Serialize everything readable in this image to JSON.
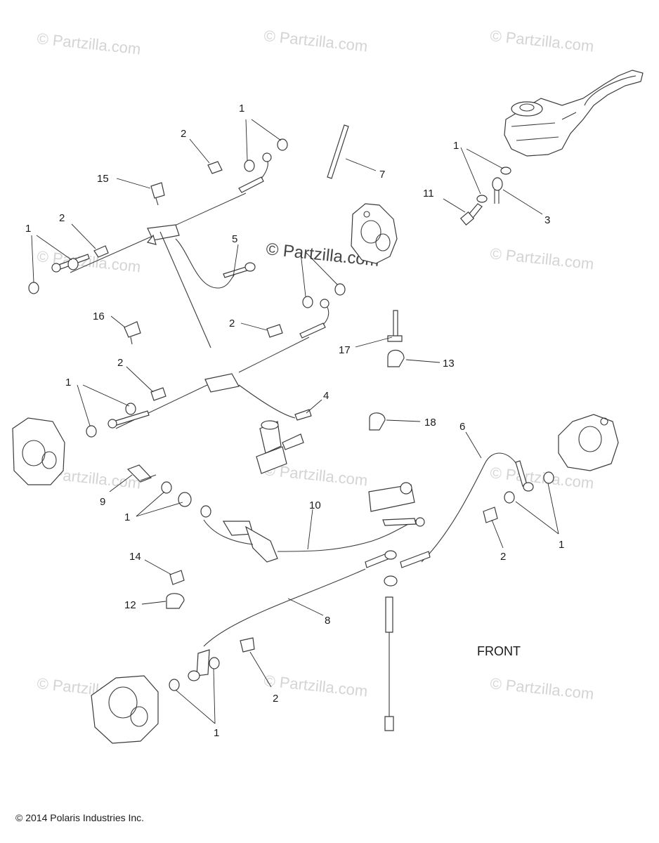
{
  "watermark": {
    "text": "© Partzilla.com",
    "overlay_text": "© Partzilla.com"
  },
  "front_label": "FRONT",
  "copyright": "© 2014 Polaris Industries Inc.",
  "callouts": [
    {
      "id": "c1a",
      "label": "1"
    },
    {
      "id": "c2a",
      "label": "2"
    },
    {
      "id": "c15",
      "label": "15"
    },
    {
      "id": "c7",
      "label": "7"
    },
    {
      "id": "c1b",
      "label": "1"
    },
    {
      "id": "c11",
      "label": "11"
    },
    {
      "id": "c3",
      "label": "3"
    },
    {
      "id": "c1c",
      "label": "1"
    },
    {
      "id": "c2b",
      "label": "2"
    },
    {
      "id": "c5",
      "label": "5"
    },
    {
      "id": "c16",
      "label": "16"
    },
    {
      "id": "c2c",
      "label": "2"
    },
    {
      "id": "c17",
      "label": "17"
    },
    {
      "id": "c13",
      "label": "13"
    },
    {
      "id": "c2d",
      "label": "2"
    },
    {
      "id": "c1d",
      "label": "1"
    },
    {
      "id": "c4",
      "label": "4"
    },
    {
      "id": "c18",
      "label": "18"
    },
    {
      "id": "c6",
      "label": "6"
    },
    {
      "id": "c9",
      "label": "9"
    },
    {
      "id": "c10",
      "label": "10"
    },
    {
      "id": "c1e",
      "label": "1"
    },
    {
      "id": "c2e",
      "label": "2"
    },
    {
      "id": "c1f",
      "label": "1"
    },
    {
      "id": "c14",
      "label": "14"
    },
    {
      "id": "c12",
      "label": "12"
    },
    {
      "id": "c8",
      "label": "8"
    },
    {
      "id": "c2f",
      "label": "2"
    },
    {
      "id": "c1g",
      "label": "1"
    }
  ]
}
